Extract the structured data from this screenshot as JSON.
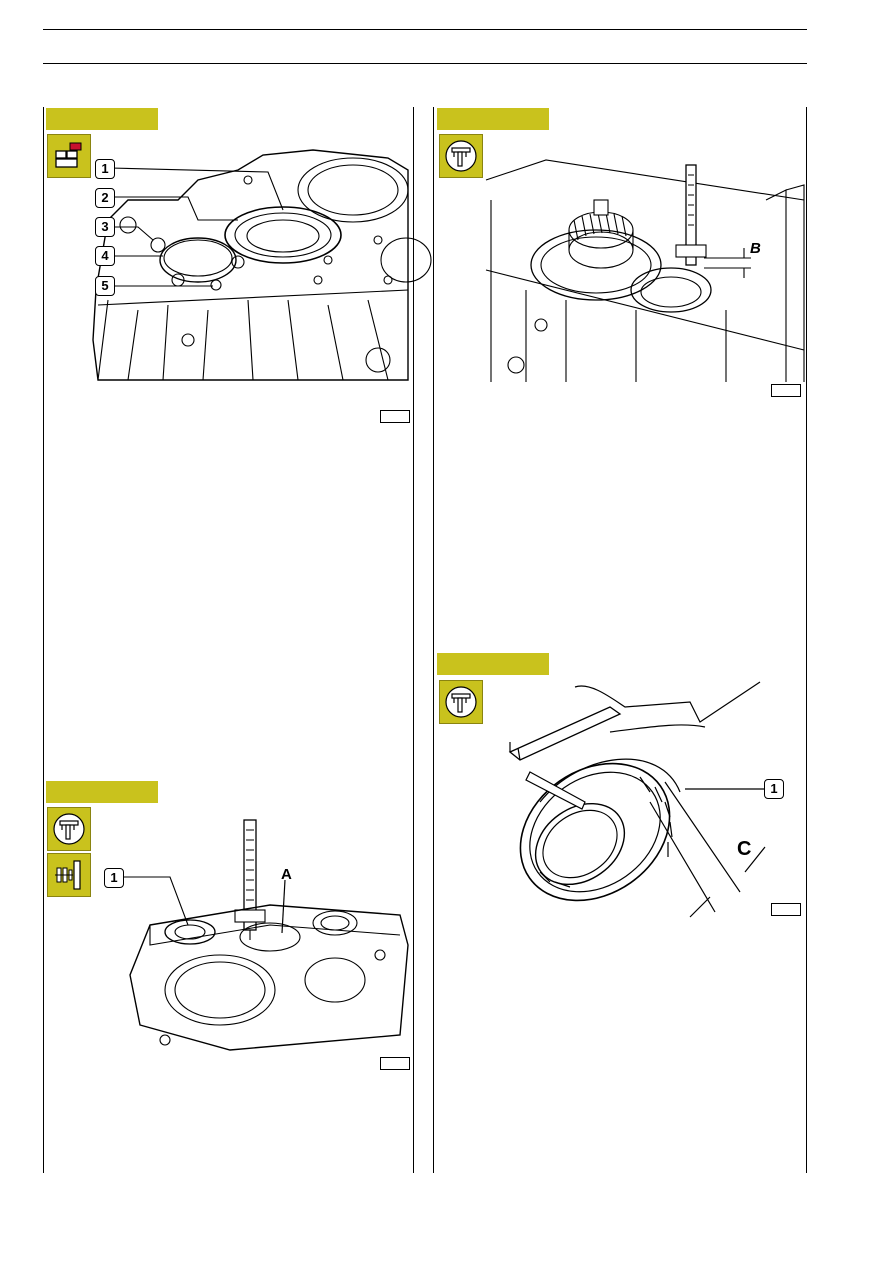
{
  "figure1": {
    "callouts": [
      "1",
      "2",
      "3",
      "4",
      "5"
    ]
  },
  "figure2": {
    "callouts": [
      "1"
    ],
    "dimension_label": "A"
  },
  "figure3": {
    "dimension_label": "B"
  },
  "figure4": {
    "callouts": [
      "1"
    ],
    "dimension_label": "C"
  },
  "colors": {
    "section_tag": "#c9c21d",
    "icon_background": "#c9c21d",
    "icon_accent_red": "#c8102e",
    "rule_line": "#000000"
  },
  "icons": [
    "component-breakdown-icon",
    "caliper-measure-icon",
    "shim-selection-icon"
  ]
}
